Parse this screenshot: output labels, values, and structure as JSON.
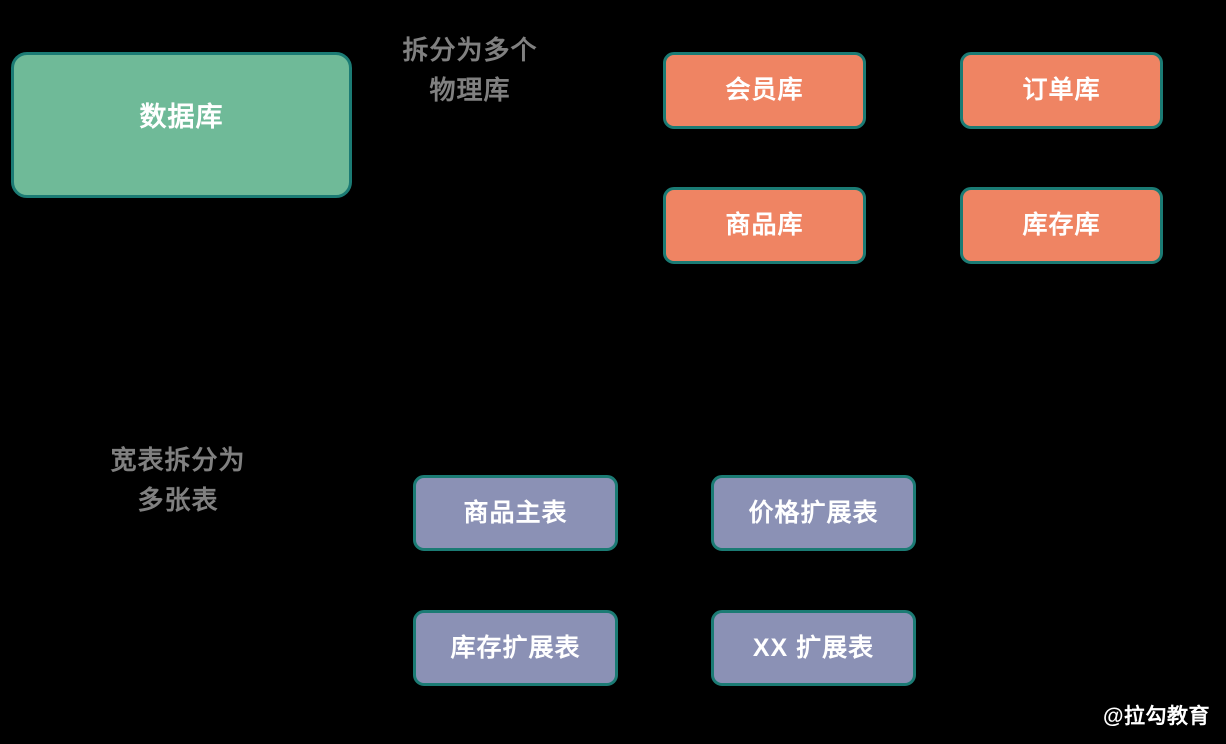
{
  "diagram": {
    "background_color": "#000000",
    "source_node": {
      "label": "数据库",
      "fill": "#6fba98",
      "border": "#1b7b74"
    },
    "annotations": {
      "split_into_databases": "拆分为多个\n物理库",
      "split_into_databases_line1": "拆分为多个",
      "split_into_databases_line2": "物理库",
      "split_into_tables_line1": "宽表拆分为",
      "split_into_tables_line2": "多张表",
      "color": "#808080"
    },
    "physical_databases": {
      "fill": "#ef8463",
      "border": "#1b7b74",
      "items": [
        {
          "label": "会员库"
        },
        {
          "label": "订单库"
        },
        {
          "label": "商品库"
        },
        {
          "label": "库存库"
        }
      ]
    },
    "tables": {
      "fill": "#8b91b5",
      "border": "#1b7b74",
      "items": [
        {
          "label": "商品主表"
        },
        {
          "label": "价格扩展表"
        },
        {
          "label": "库存扩展表"
        },
        {
          "label": "XX 扩展表"
        }
      ]
    },
    "watermark": "@拉勾教育"
  }
}
